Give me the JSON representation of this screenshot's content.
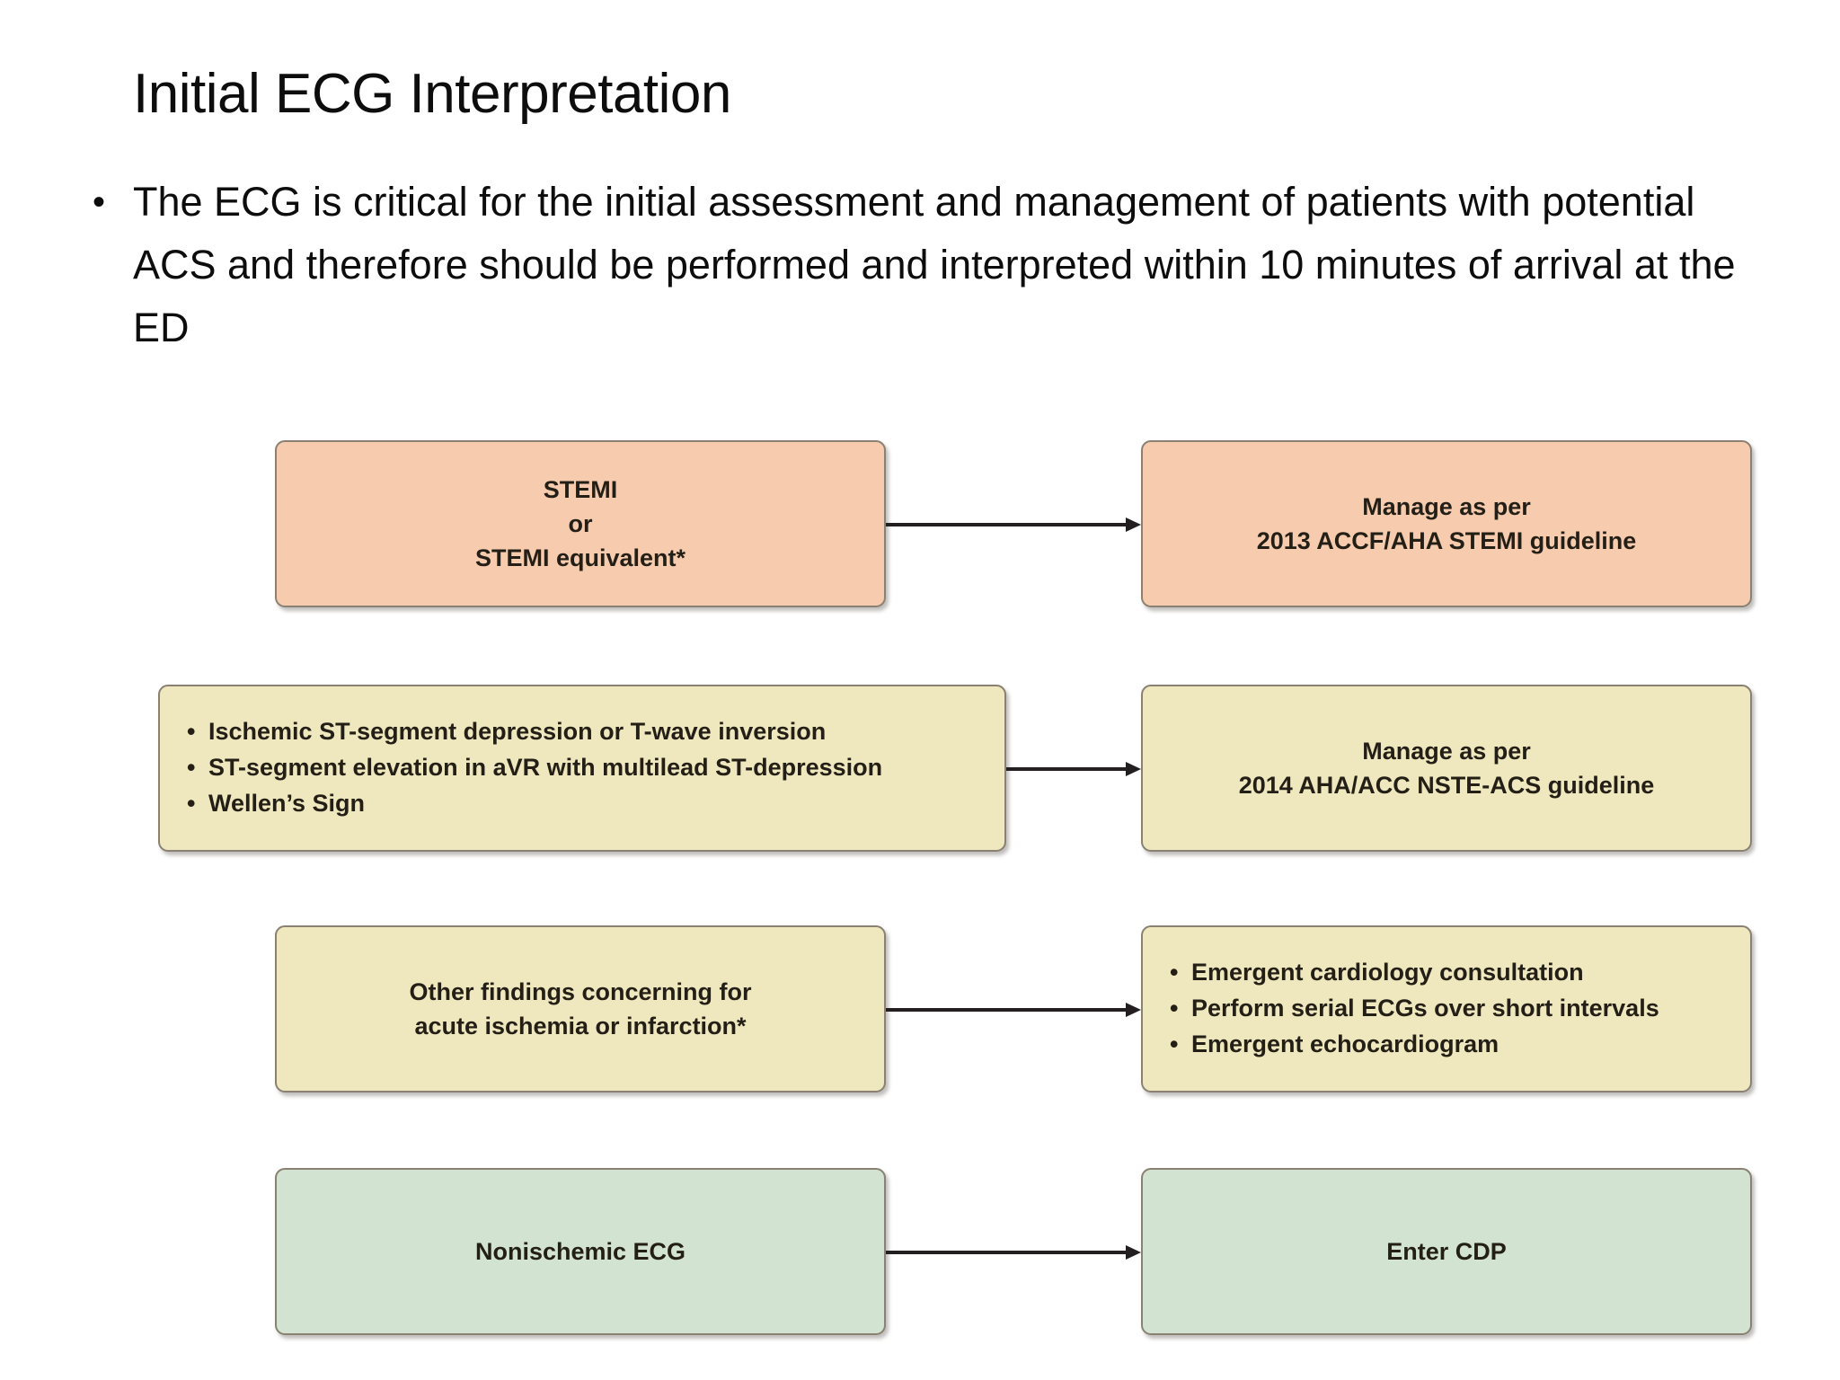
{
  "slide": {
    "title": "Initial ECG Interpretation",
    "bullet_marker": "•",
    "bullet_text": "The ECG is critical for the initial assessment and management of patients with potential ACS and therefore should be performed and interpreted within 10 minutes of arrival at the ED"
  },
  "colors": {
    "orange": "#F7CBAE",
    "yellow": "#EFE7BD",
    "green": "#D3E3D1",
    "node_border": "#8A8173",
    "arrow": "#231F20",
    "text": "#231F17"
  },
  "flowchart": {
    "rows": [
      {
        "color": "orange",
        "left": {
          "lines": [
            "STEMI",
            "or",
            "STEMI equivalent*"
          ]
        },
        "right": {
          "lines": [
            "Manage as per",
            "2013 ACCF/AHA STEMI guideline"
          ]
        },
        "arrow": "arrow-right-icon"
      },
      {
        "color": "yellow",
        "left": {
          "bullets": [
            "Ischemic ST-segment depression or T-wave inversion",
            "ST-segment elevation in aVR with multilead ST-depression",
            "Wellen’s Sign"
          ]
        },
        "right": {
          "lines": [
            "Manage as per",
            "2014 AHA/ACC NSTE-ACS guideline"
          ]
        },
        "arrow": "arrow-right-icon"
      },
      {
        "color": "yellow",
        "left": {
          "lines": [
            "Other findings concerning for",
            "acute ischemia or infarction*"
          ]
        },
        "right": {
          "bullets": [
            "Emergent cardiology consultation",
            "Perform serial ECGs over short intervals",
            "Emergent echocardiogram"
          ]
        },
        "arrow": "arrow-right-icon"
      },
      {
        "color": "green",
        "left": {
          "lines": [
            "Nonischemic ECG"
          ]
        },
        "right": {
          "lines": [
            "Enter CDP"
          ]
        },
        "arrow": "arrow-right-icon"
      }
    ]
  }
}
